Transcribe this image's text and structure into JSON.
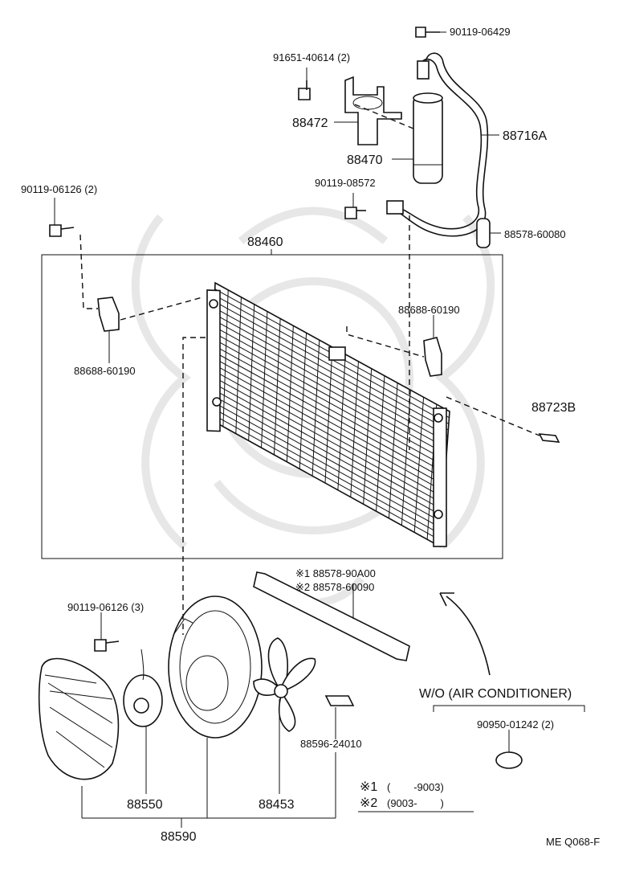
{
  "diagram": {
    "parts": {
      "p90119_06429": "90119-06429",
      "p91651_40614": "91651-40614 (2)",
      "p88472": "88472",
      "p88716A": "88716A",
      "p88470": "88470",
      "p90119_08572": "90119-08572",
      "p90119_06126_2": "90119-06126 (2)",
      "p88578_60080": "88578-60080",
      "p88460": "88460",
      "p88688_left": "88688-60190",
      "p88688_right": "88688-60190",
      "p88723B": "88723B",
      "note1_label": "※1 88578-90A00",
      "note2_label": "※2 88578-60090",
      "p90119_06126_3": "90119-06126 (3)",
      "p88596_24010": "88596-24010",
      "p88550": "88550",
      "p88453": "88453",
      "p88590": "88590",
      "wo_ac": "W/O (AIR  CONDITIONER)",
      "p90950_01242": "90950-01242 (2)"
    },
    "legend": {
      "row1_mark": "※1",
      "row1_range": "(        -9003)",
      "row2_mark": "※2",
      "row2_range": "(9003-        )"
    },
    "code": "ME Q068-F"
  }
}
